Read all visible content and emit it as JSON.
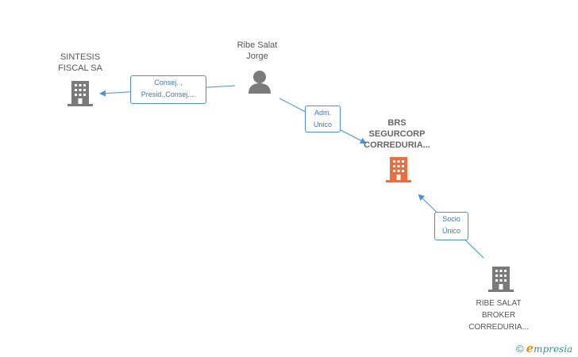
{
  "nodes": {
    "sintesis": {
      "line1": "SINTESIS",
      "line2": "FISCAL SA",
      "icon": "building-icon",
      "color": "#7a7a7a"
    },
    "ribe_person": {
      "line1": "Ribe Salat",
      "line2": "Jorge",
      "icon": "person-icon",
      "color": "#7a7a7a"
    },
    "brs": {
      "line1": "BRS",
      "line2": "SEGURCORP",
      "line3": "CORREDURIA...",
      "icon": "building-icon",
      "color": "#f26b3a"
    },
    "ribe_broker": {
      "line1": "RIBE SALAT",
      "line2": "BROKER",
      "line3": "CORREDURIA...",
      "icon": "building-icon",
      "color": "#7a7a7a"
    }
  },
  "edges": {
    "consej": {
      "line1": "Consej. ,",
      "line2": "Presid.,Consej...."
    },
    "adm": {
      "line1": "Adm.",
      "line2": "Unico"
    },
    "socio": {
      "line1": "Socio",
      "line2": "Único"
    }
  },
  "footer": {
    "copyright": "©",
    "brand_e": "e",
    "brand_rest": "mpresia"
  },
  "colors": {
    "edge": "#4a90d9",
    "accent": "#f26b3a",
    "neutral": "#7a7a7a"
  }
}
